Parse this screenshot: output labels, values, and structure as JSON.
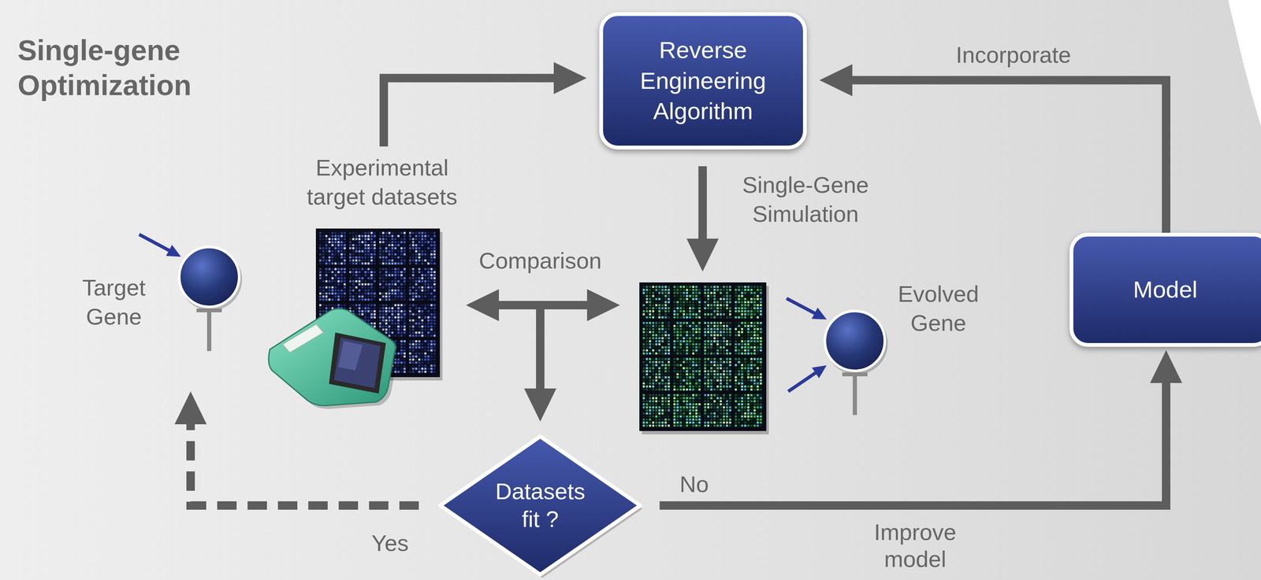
{
  "diagram": {
    "title": "Single-gene Optimization",
    "nodes": [
      {
        "text": [
          "Reverse Engineering Algorithm"
        ]
      },
      {
        "text": [
          "Experimental target datasets"
        ]
      },
      {
        "text": [
          "Target Gene"
        ]
      },
      {
        "text": [
          "Evolved Gene"
        ]
      },
      {
        "text": [
          "Datasets fit ?"
        ]
      },
      {
        "text": [
          "Model"
        ]
      }
    ],
    "edges": [
      {
        "from": 1,
        "to": 0,
        "arrow": "to"
      },
      {
        "from": 0,
        "to": 3,
        "label": "Single-Gene Simulation",
        "arrow": "to"
      },
      {
        "from": 1,
        "to": 3,
        "label": "Comparison",
        "arrow": "both"
      },
      {
        "from": 1,
        "to": 4,
        "arrow": "to"
      },
      {
        "from": 3,
        "to": 4,
        "arrow": "to"
      },
      {
        "from": 4,
        "to": 2,
        "label": "Yes",
        "arrow": "to"
      },
      {
        "from": 4,
        "to": 5,
        "label": "No",
        "arrow": "to"
      },
      {
        "from": 5,
        "to": 0,
        "label": "Incorporate",
        "arrow": "to"
      }
    ],
    "labels": [
      "Improve model"
    ]
  }
}
